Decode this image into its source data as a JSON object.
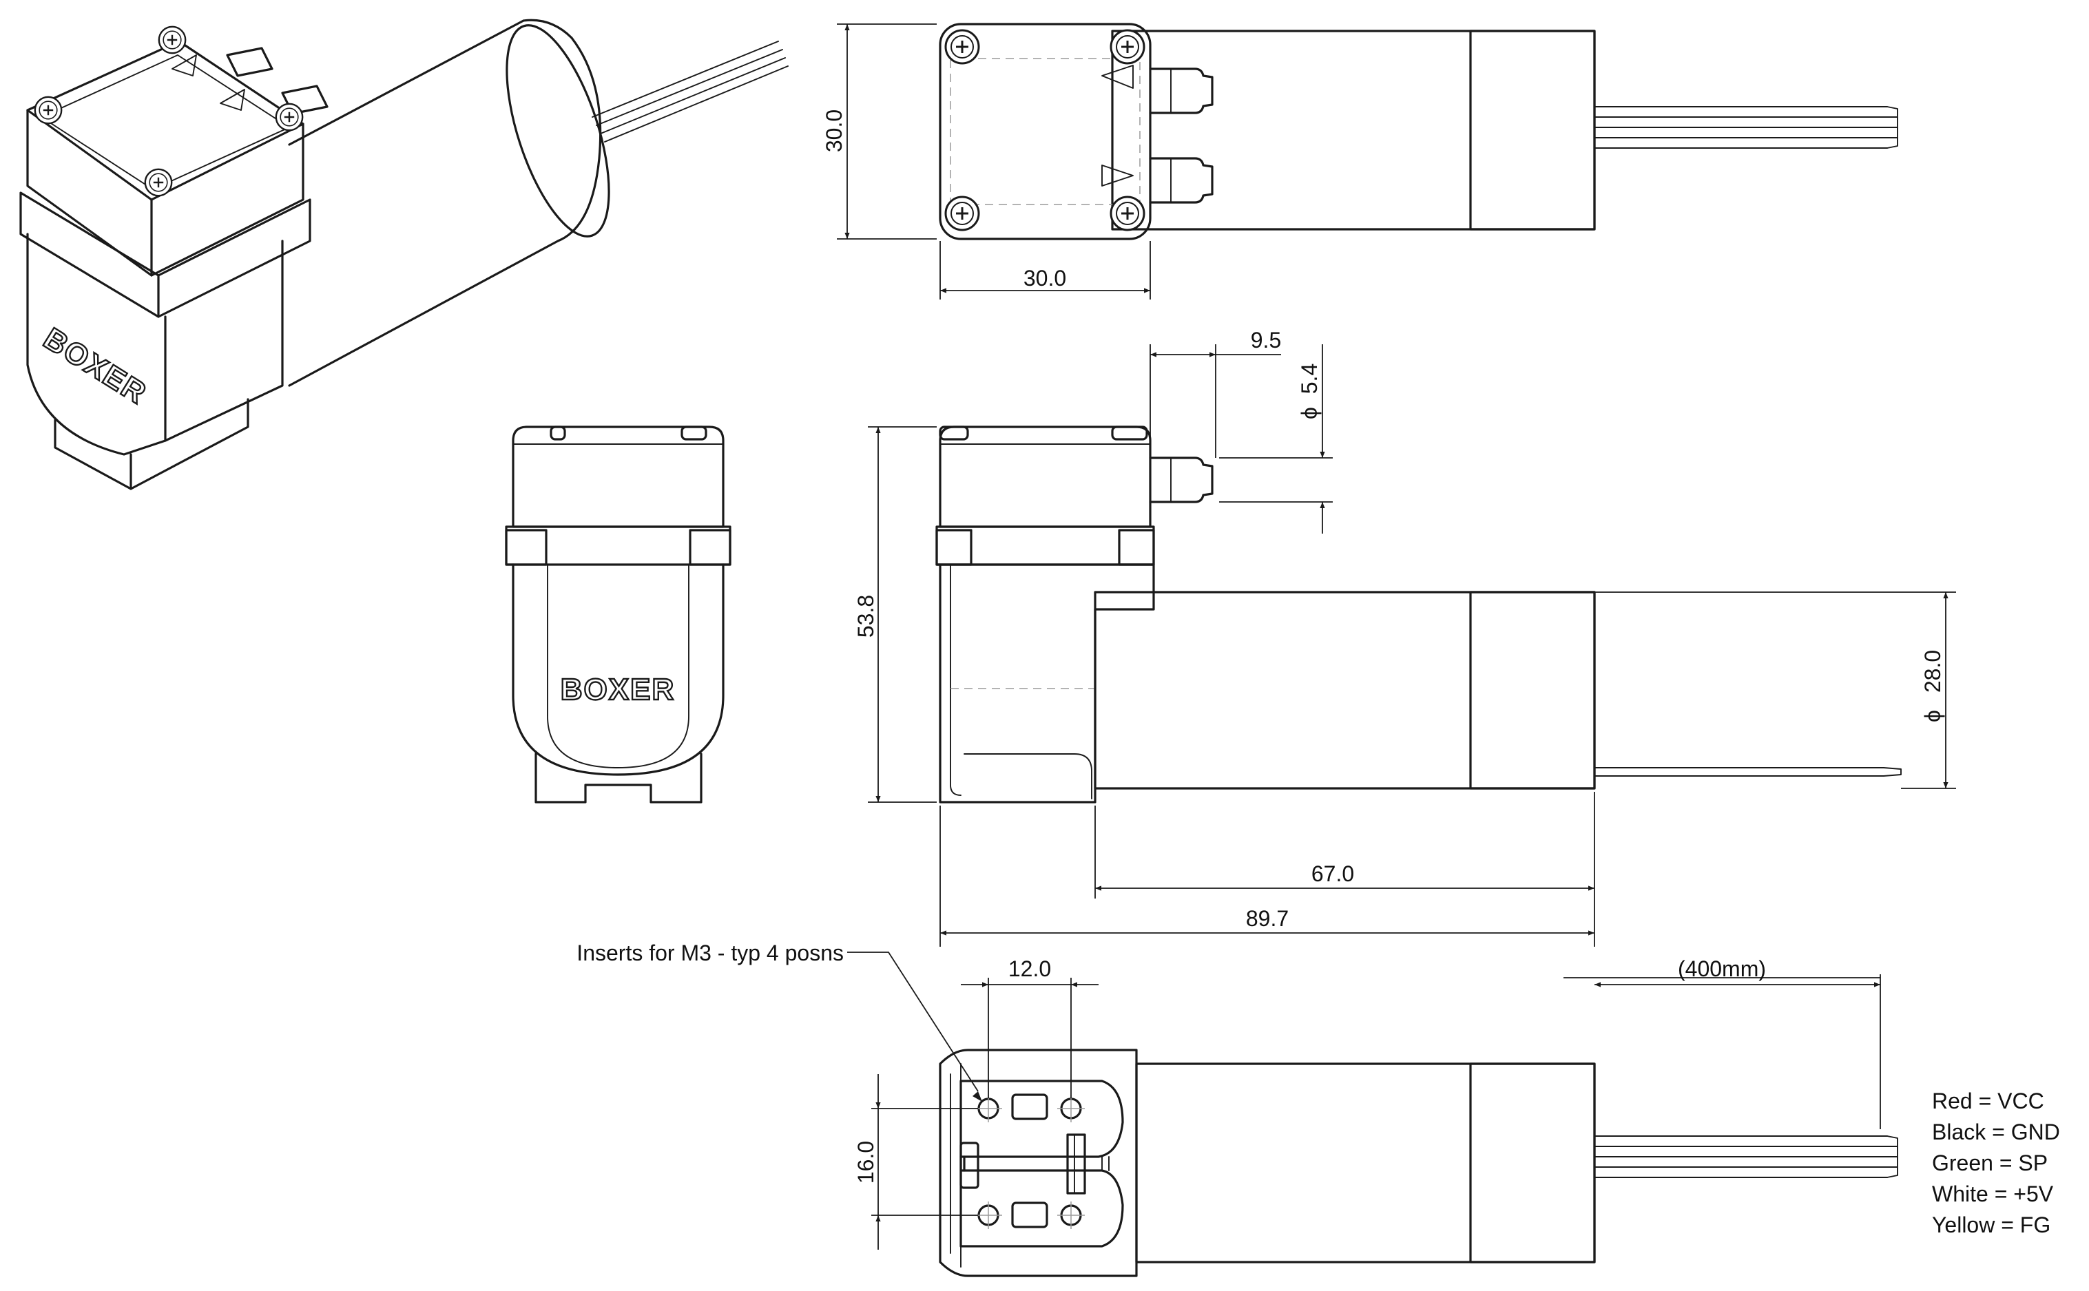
{
  "brand": "BOXER",
  "dimensions": {
    "front_height": "30.0",
    "front_width": "30.0",
    "port_offset": "9.5",
    "port_diameter": "5.4",
    "overall_height": "53.8",
    "motor_diameter": "28.0",
    "motor_length": "67.0",
    "overall_length": "89.7",
    "insert_spacing_x": "12.0",
    "insert_spacing_y": "16.0",
    "cable_length": "(400mm)"
  },
  "diameter_symbol": "ϕ",
  "notes": {
    "inserts": "Inserts for M3 - typ 4 posns"
  },
  "wiring_legend": [
    "Red = VCC",
    "Black = GND",
    "Green = SP",
    "White = +5V",
    "Yellow = FG"
  ]
}
